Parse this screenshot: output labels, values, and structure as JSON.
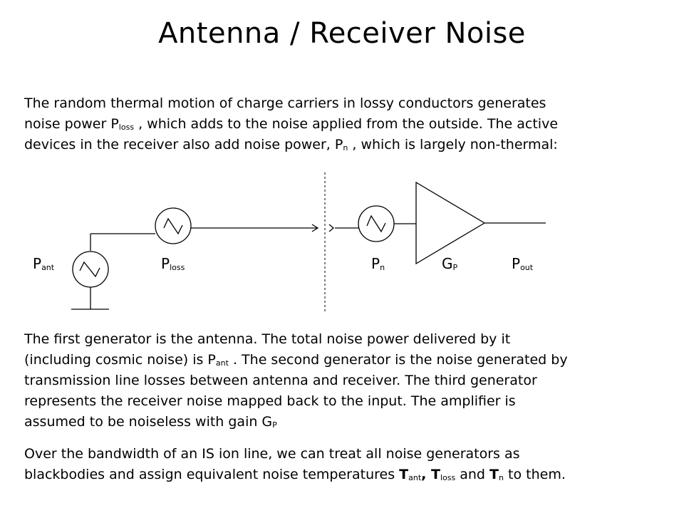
{
  "title": "Antenna / Receiver Noise",
  "para1": {
    "line1": "The random thermal motion of charge carriers in lossy conductors generates",
    "line2_a": "noise power P",
    "line2_sub": "loss",
    "line2_b": " , which adds to the noise applied from the outside. The active",
    "line3_a": "devices in the receiver also add noise power, P",
    "line3_sub": "n",
    "line3_b": " , which is largely non-thermal:"
  },
  "diagram": {
    "p_ant": {
      "main": "P",
      "sub": "ant"
    },
    "p_loss": {
      "main": "P",
      "sub": "loss"
    },
    "p_n": {
      "main": "P",
      "sub": "n"
    },
    "g_p": {
      "main": "G",
      "sub": "P"
    },
    "p_out": {
      "main": "P",
      "sub": "out"
    }
  },
  "para2": {
    "line1": "The first generator is the antenna. The total noise power delivered by it",
    "line2_a": "(including cosmic noise) is P",
    "line2_sub": "ant",
    "line2_b": " . The second generator is the noise generated by",
    "line3": "transmission line losses between antenna and receiver. The third generator",
    "line4": "represents the receiver noise mapped back to the input. The amplifier is",
    "line5_a": "assumed to be noiseless with gain G",
    "line5_sub": "P"
  },
  "para3": {
    "line1": "Over the bandwidth of an IS ion line, we can treat all noise generators as",
    "line2_a": "blackbodies and assign equivalent noise temperatures ",
    "t_ant": "T",
    "t_ant_sub": "ant",
    "comma": ",  ",
    "t_loss": "T",
    "t_loss_sub": "loss",
    "and": " and ",
    "t_n": "T",
    "t_n_sub": "n",
    "line2_end": " to them."
  }
}
